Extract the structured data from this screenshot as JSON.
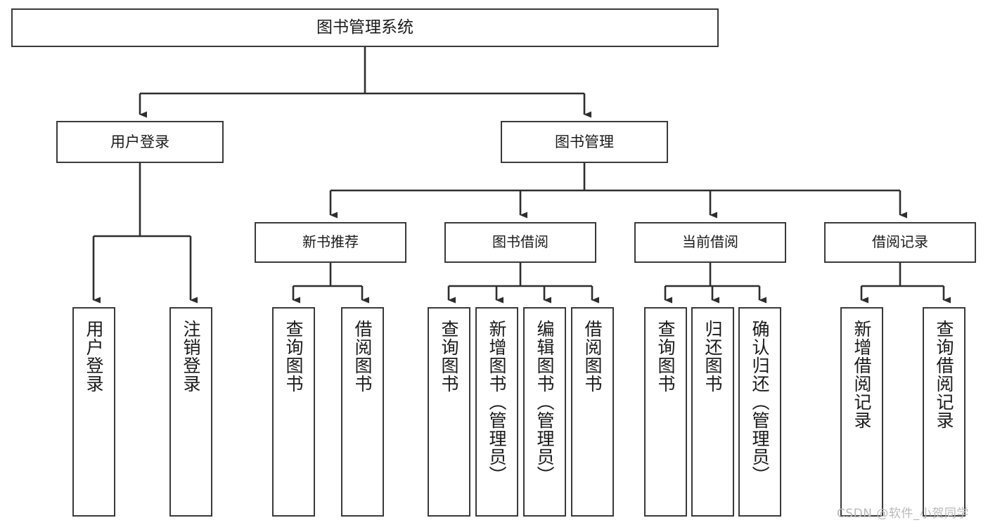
{
  "diagram": {
    "title": "图书管理系统",
    "type": "tree-hierarchy-chart",
    "background_color": "#ffffff",
    "line_color": "#3a3a3a",
    "box_border_color": "#3a3a3a",
    "text_color": "#1a1a1a"
  },
  "watermark": {
    "text": "CSDN @软件_小贺同学",
    "color": "#b9b9b9"
  },
  "nodes": {
    "root": {
      "label": "图书管理系统"
    },
    "level1": [
      {
        "label": "用户登录"
      },
      {
        "label": "图书管理"
      }
    ],
    "level2": [
      {
        "label": "新书推荐"
      },
      {
        "label": "图书借阅"
      },
      {
        "label": "当前借阅"
      },
      {
        "label": "借阅记录"
      }
    ],
    "leaves": {
      "user_login": [
        {
          "label": "用户登录"
        },
        {
          "label": "注销登录"
        }
      ],
      "new_book_recommend": [
        {
          "label": "查询图书"
        },
        {
          "label": "借阅图书"
        }
      ],
      "book_borrow": [
        {
          "label": "查询图书"
        },
        {
          "label": "新增图书（管理员）"
        },
        {
          "label": "编辑图书（管理员）"
        },
        {
          "label": "借阅图书"
        }
      ],
      "current_borrow": [
        {
          "label": "查询图书"
        },
        {
          "label": "归还图书"
        },
        {
          "label": "确认归还（管理员）"
        }
      ],
      "borrow_record": [
        {
          "label": "新增借阅记录"
        },
        {
          "label": "查询借阅记录"
        }
      ]
    }
  }
}
